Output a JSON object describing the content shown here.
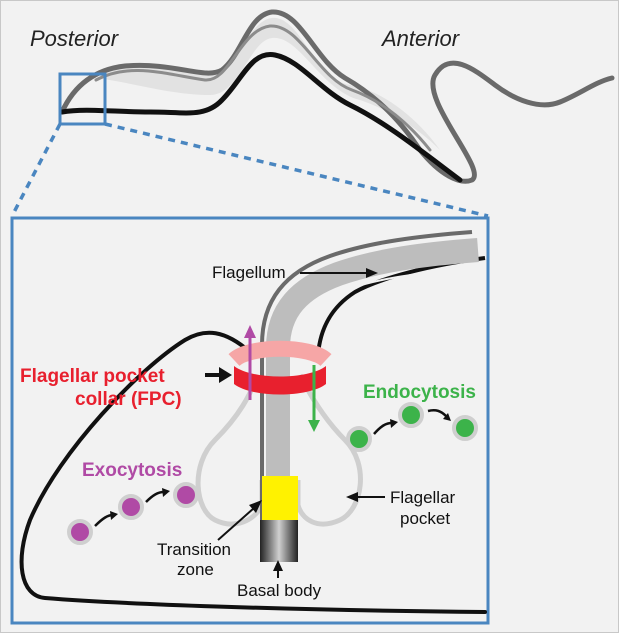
{
  "top": {
    "posterior_label": "Posterior",
    "anterior_label": "Anterior"
  },
  "detail": {
    "flagellum_label": "Flagellum",
    "fpc_label_line1": "Flagellar pocket",
    "fpc_label_line2": "collar (FPC)",
    "endocytosis_label": "Endocytosis",
    "exocytosis_label": "Exocytosis",
    "flagellar_pocket_line1": "Flagellar",
    "flagellar_pocket_line2": "pocket",
    "transition_zone_line1": "Transition",
    "transition_zone_line2": "zone",
    "basal_body_label": "Basal body"
  },
  "colors": {
    "background": "#f2f2f2",
    "frame_blue": "#4a86c0",
    "fpc_red": "#e8202e",
    "exocytosis_purple": "#b04aa5",
    "endocytosis_green": "#3cb34a",
    "transition_yellow": "#fff200",
    "flagellum_gray": "#bdbdbd"
  }
}
